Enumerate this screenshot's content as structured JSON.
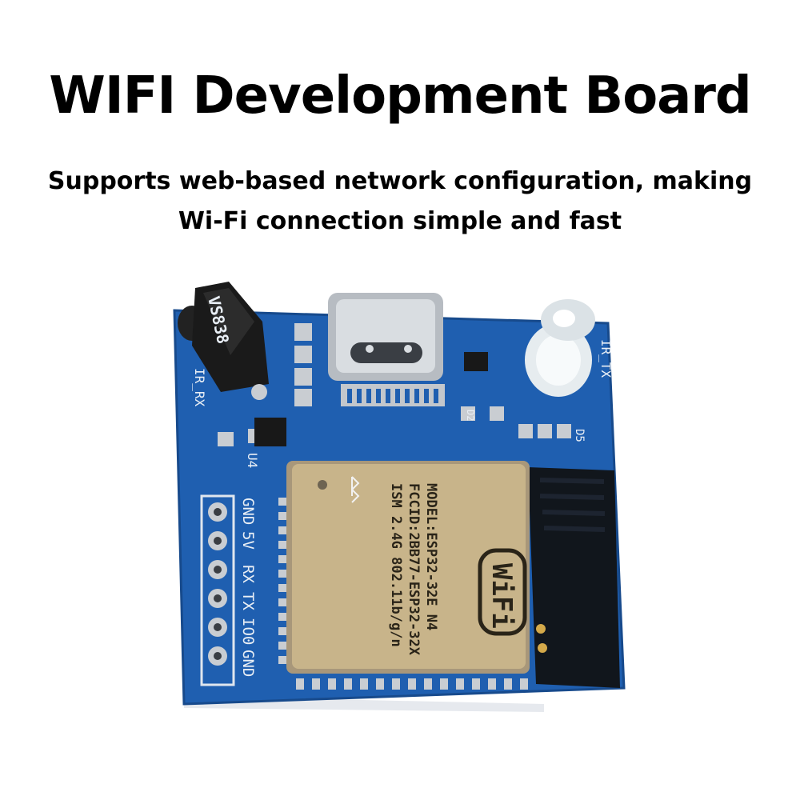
{
  "heading": {
    "title": "WIFI Development Board",
    "subtitle_line1": "Supports web-based network configuration, making",
    "subtitle_line2": "Wi-Fi connection simple and fast"
  },
  "board": {
    "ir_receiver_label": "VS838",
    "ir_rx_label": "IR_RX",
    "ir_tx_label": "IR_TX",
    "u4_label": "U4",
    "d2_label": "D2",
    "d5_label": "D5",
    "pin_labels": [
      "GND",
      "5V",
      "RX",
      "TX",
      "IO0",
      "GND"
    ],
    "module": {
      "model": "MODEL:ESP32-32E  N4",
      "fcc": "FCCID:2BB77-ESP32-32X",
      "ism": "ISM 2.4G 802.11b/g/n",
      "wifi_logo": "WiFi"
    }
  },
  "colors": {
    "pcb_blue": "#1f5fb0",
    "shield_gold": "#c8b48a",
    "background": "#ffffff"
  }
}
